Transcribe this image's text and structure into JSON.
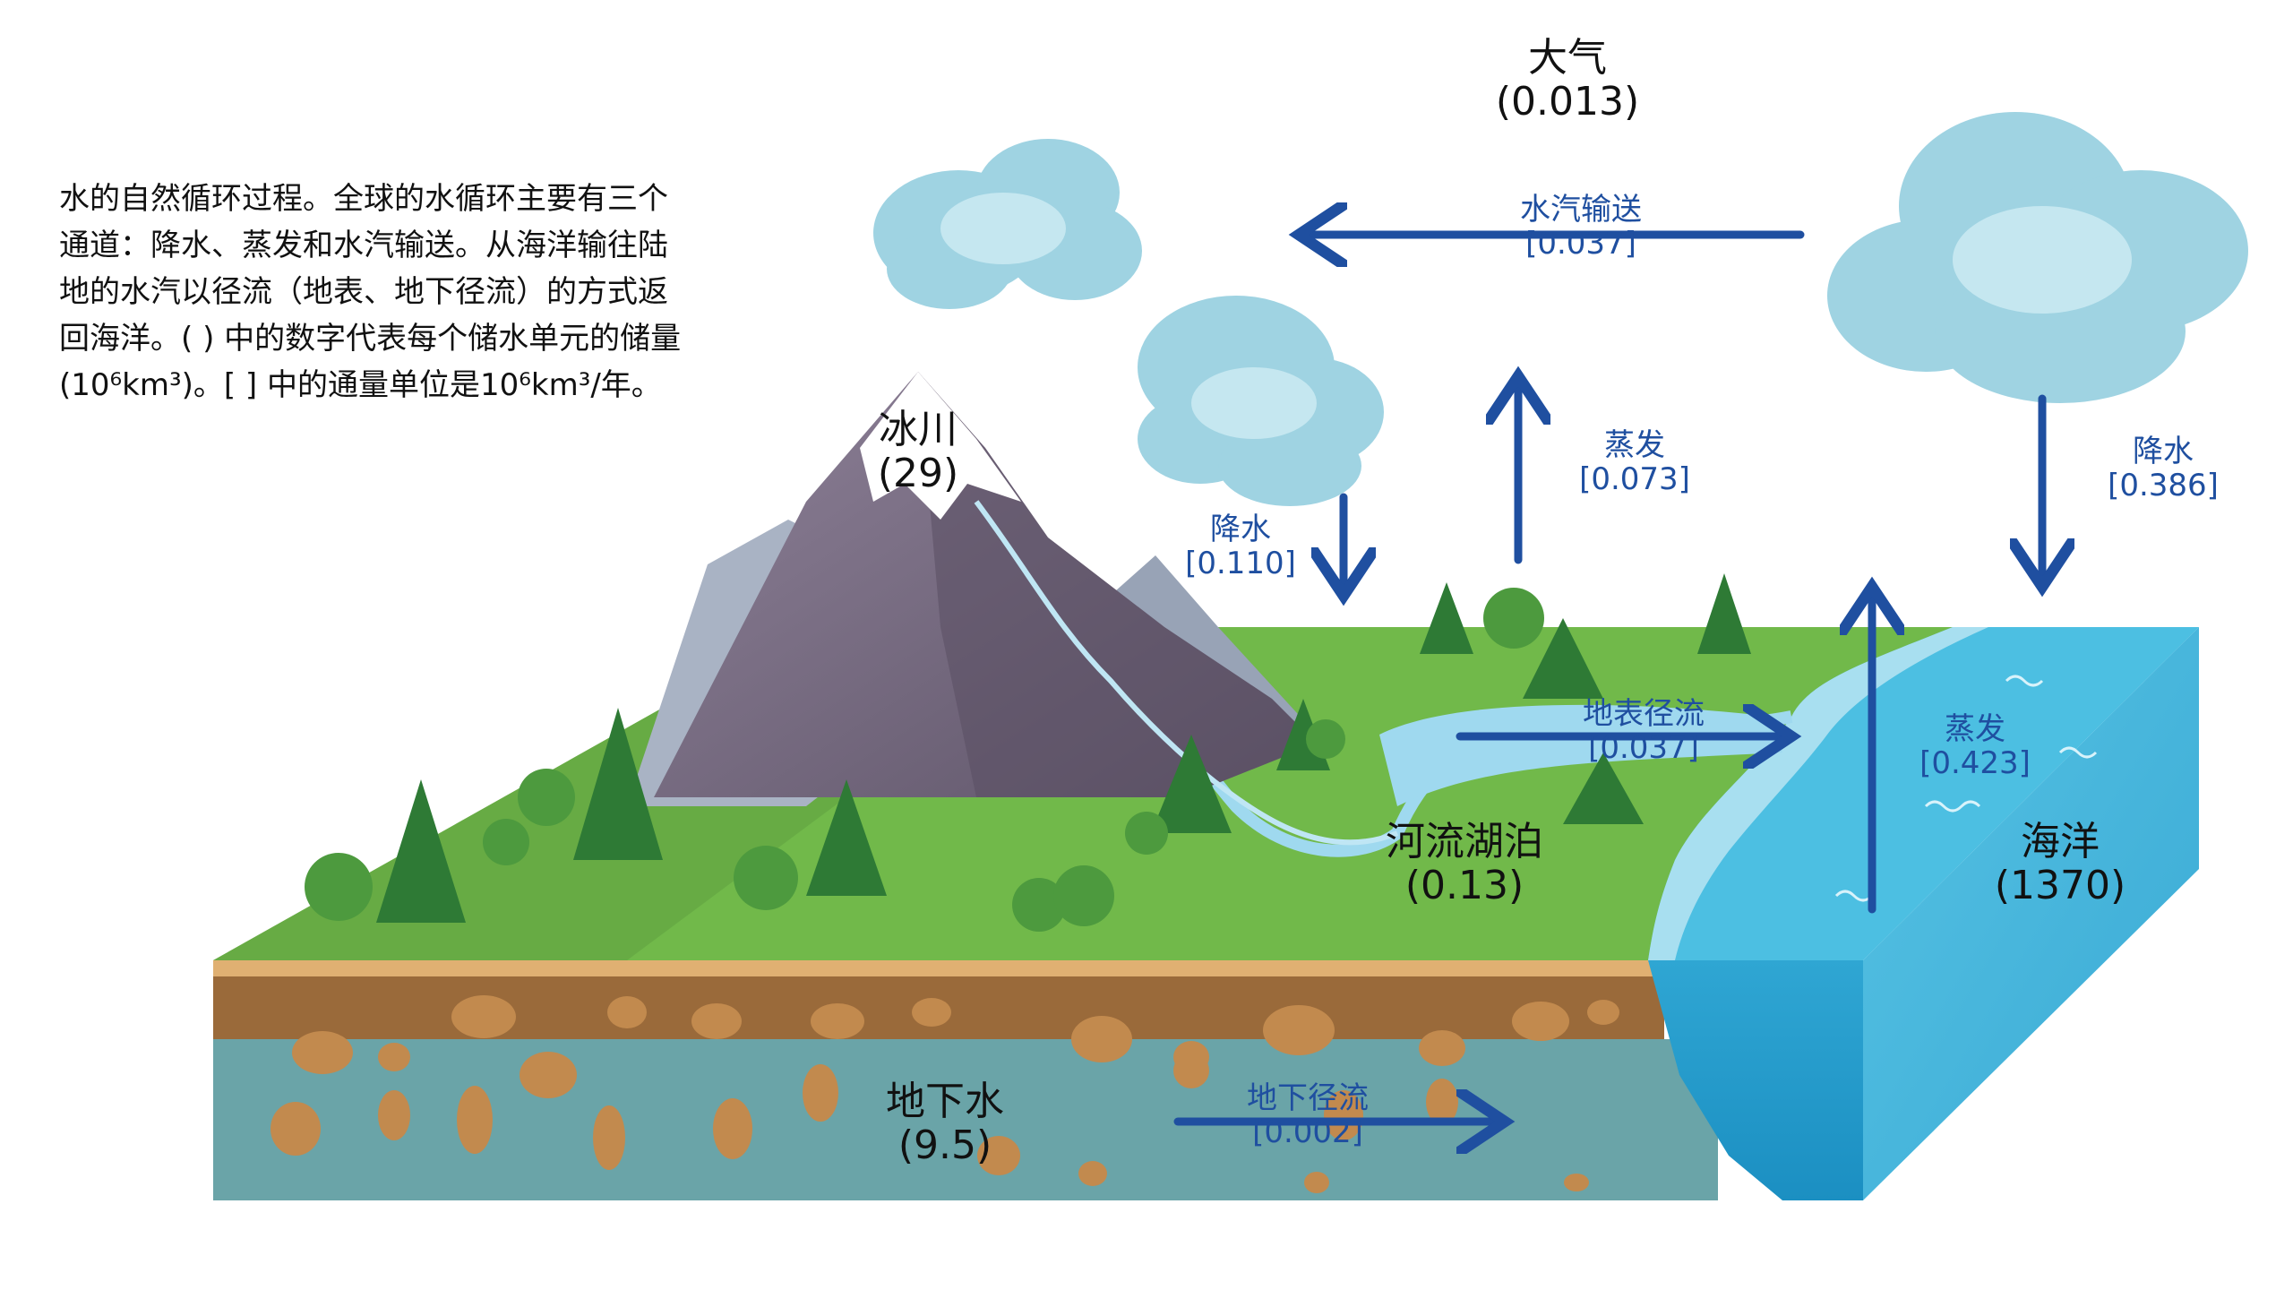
{
  "caption": {
    "lines": [
      "水的自然循环过程。全球的水循环主要有三个",
      "通道：降水、蒸发和水汽输送。从海洋输往陆",
      "地的水汽以径流（地表、地下径流）的方式返",
      "回海洋。( ) 中的数字代表每个储水单元的储量",
      "(10⁶km³)。[ ] 中的通量单位是10⁶km³/年。"
    ]
  },
  "reservoirs": {
    "atmosphere": {
      "name": "大气",
      "value": "(0.013)"
    },
    "glacier": {
      "name": "冰川",
      "value": "(29)"
    },
    "rivers_lakes": {
      "name": "河流湖泊",
      "value": "(0.13)"
    },
    "groundwater": {
      "name": "地下水",
      "value": "(9.5)"
    },
    "ocean": {
      "name": "海洋",
      "value": "(1370)"
    }
  },
  "fluxes": {
    "vapor_transport": {
      "name": "水汽输送",
      "value": "[0.037]"
    },
    "land_precipitation": {
      "name": "降水",
      "value": "[0.110]"
    },
    "land_evaporation": {
      "name": "蒸发",
      "value": "[0.073]"
    },
    "ocean_precipitation": {
      "name": "降水",
      "value": "[0.386]"
    },
    "ocean_evaporation": {
      "name": "蒸发",
      "value": "[0.423]"
    },
    "surface_runoff": {
      "name": "地表径流",
      "value": "[0.037]"
    },
    "groundwater_runoff": {
      "name": "地下径流",
      "value": "[0.002]"
    }
  },
  "colors": {
    "arrow": "#1f4fa0",
    "grass": "#71b94a",
    "soil": "#9a6a3a",
    "groundwater": "#6aa4a8",
    "ocean": "#3fb2d8",
    "cloud": "#9fd3e2",
    "mountain": "#7a6e80",
    "tree": "#2e7a35"
  }
}
